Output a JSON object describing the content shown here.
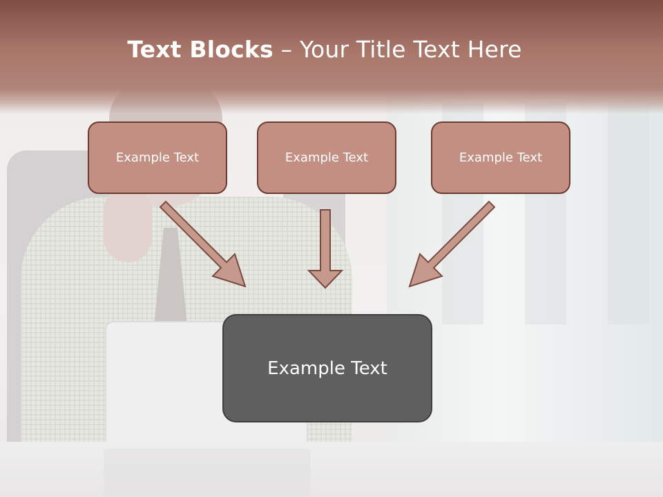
{
  "slide": {
    "title_bold": "Text Blocks",
    "title_dash": " – ",
    "title_rest": "Your Title Text Here"
  },
  "boxes": [
    {
      "label": "Example Text"
    },
    {
      "label": "Example Text"
    },
    {
      "label": "Example Text"
    }
  ],
  "target": {
    "label": "Example Text"
  },
  "colors": {
    "header": "#a9776a",
    "box_fill": "#c38f83",
    "box_border": "#6a3b33",
    "target_fill": "#5f5f5f",
    "arrow_fill": "#c59a8d",
    "arrow_stroke": "#7a4a40"
  }
}
